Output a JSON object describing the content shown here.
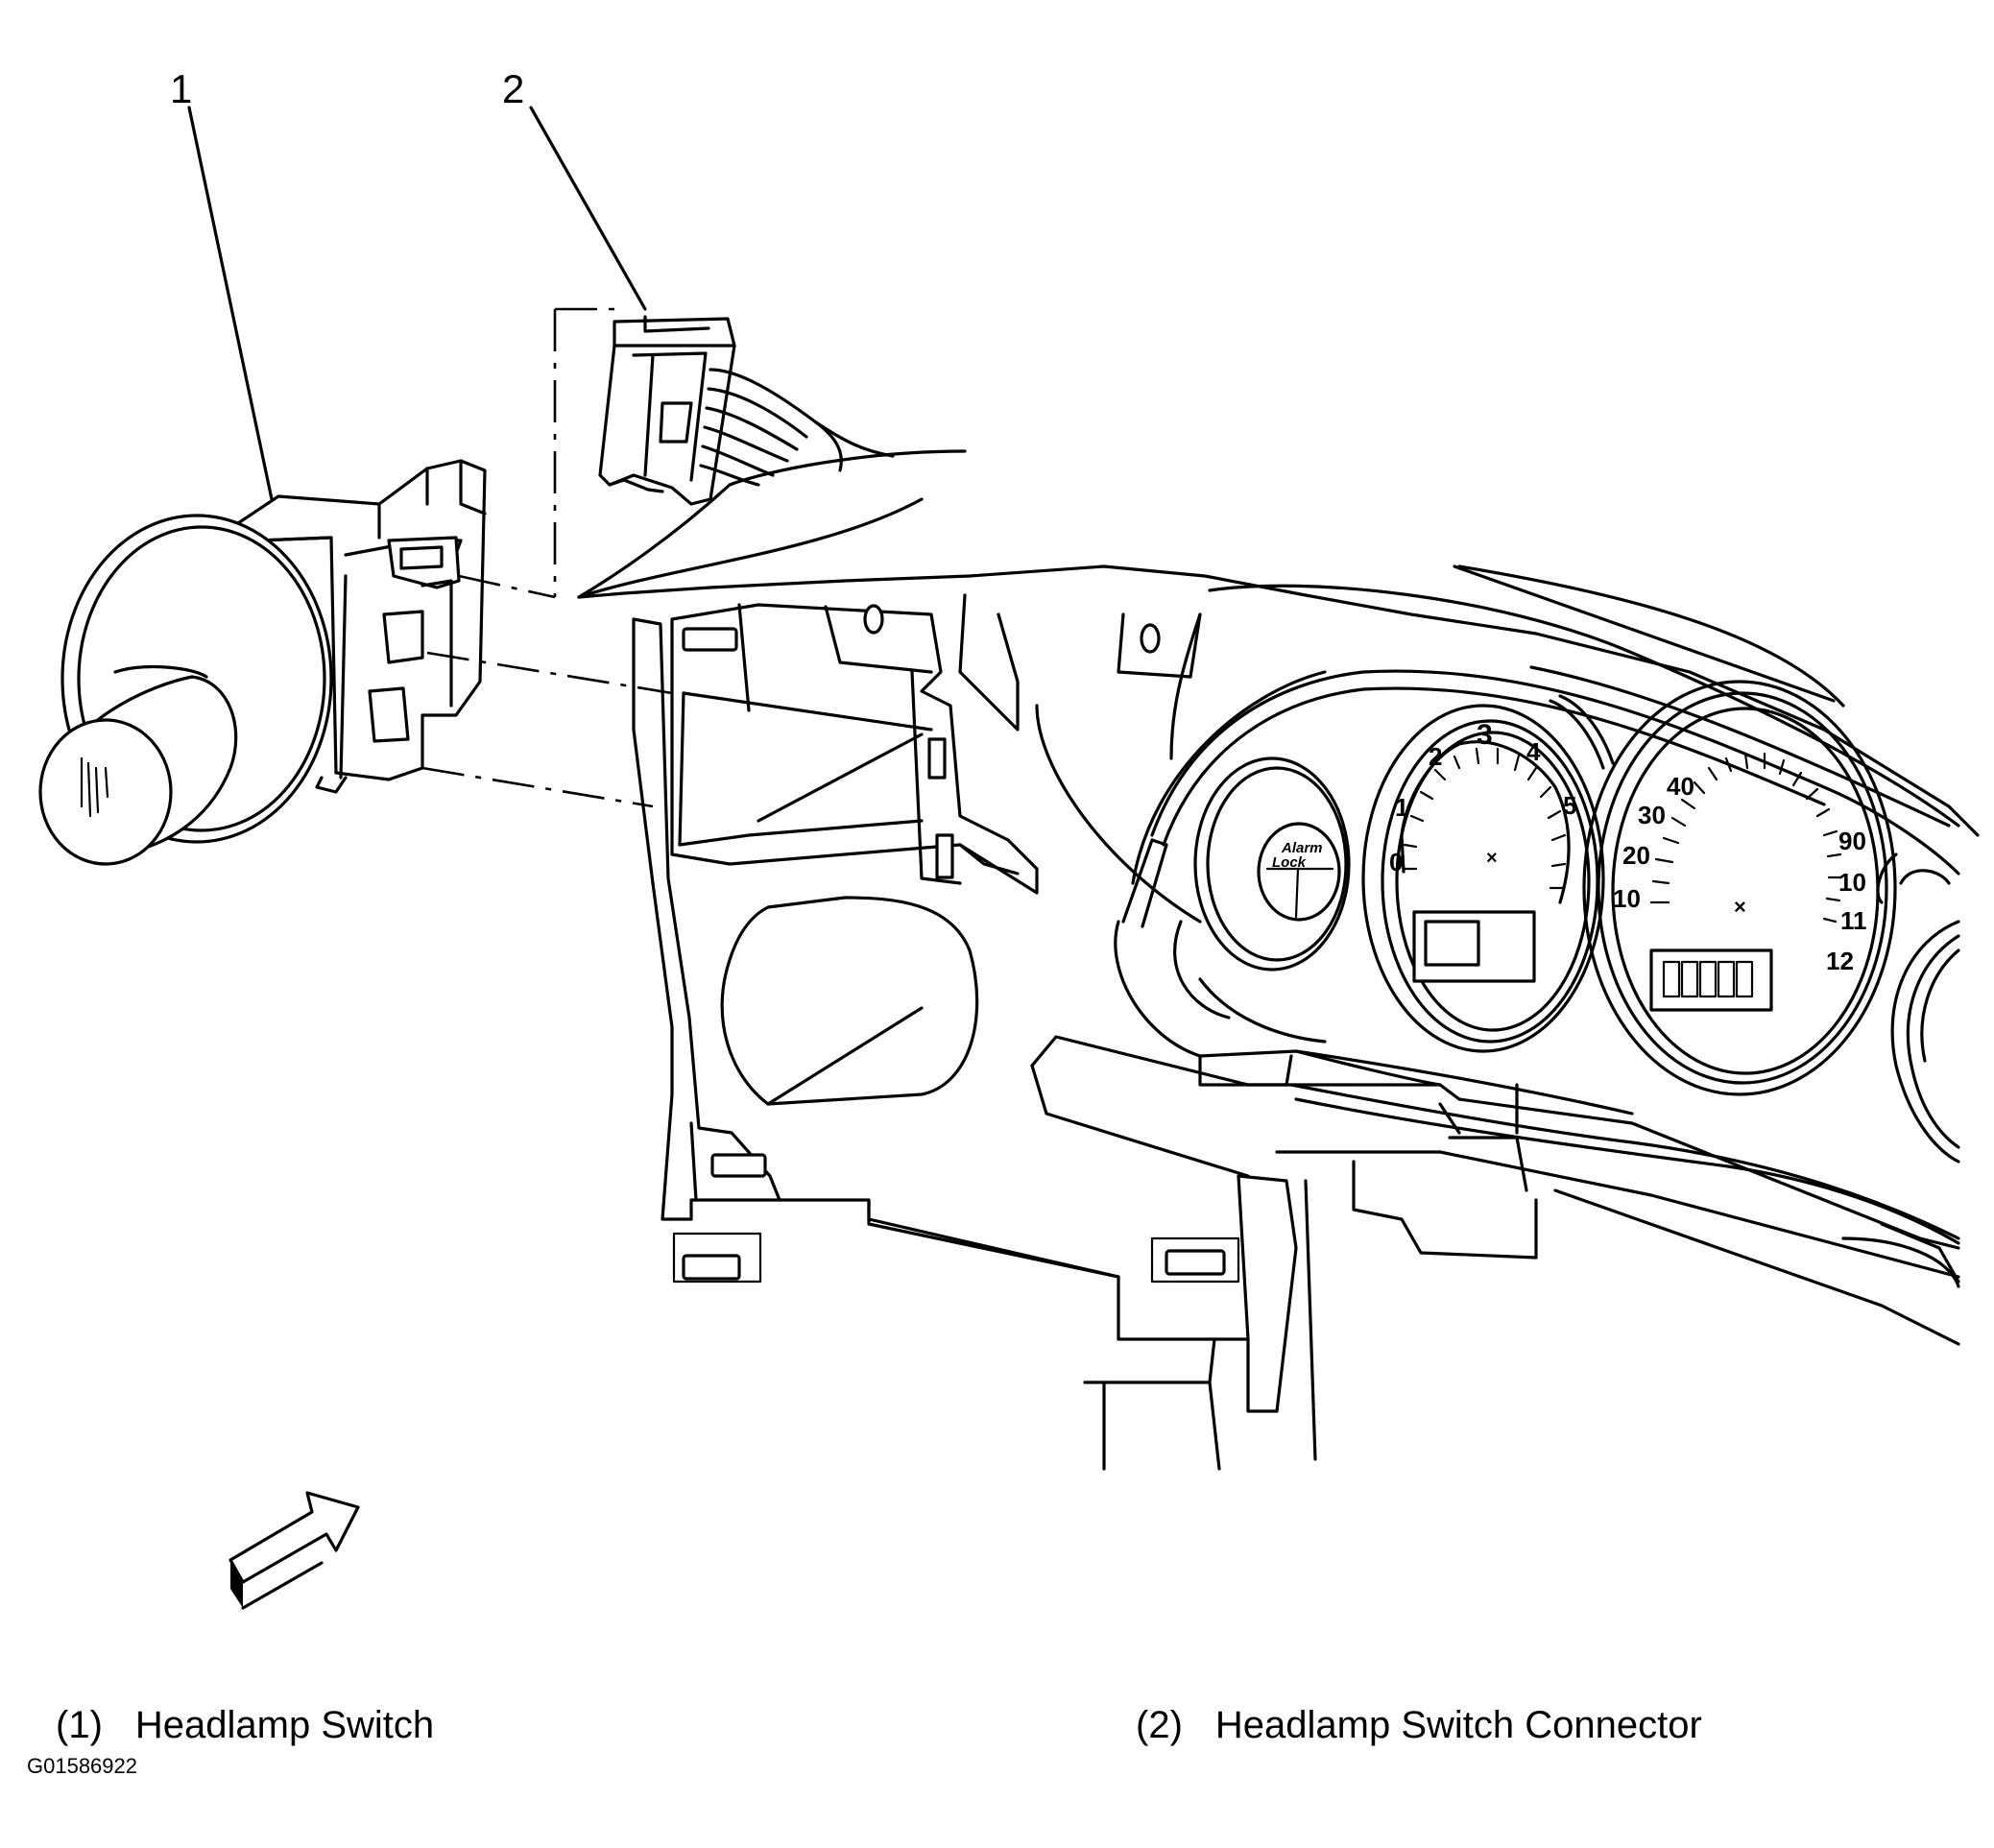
{
  "callouts": [
    {
      "number": "1"
    },
    {
      "number": "2"
    }
  ],
  "legend": [
    {
      "number": "(1)",
      "label": "Headlamp Switch"
    },
    {
      "number": "(2)",
      "label": "Headlamp Switch Connector"
    }
  ],
  "figure_id": "G01586922",
  "gauge_labels": {
    "tach": [
      "0",
      "1",
      "2",
      "3",
      "4",
      "5"
    ],
    "speedo": [
      "10",
      "20",
      "30",
      "40",
      "90",
      "10",
      "11",
      "12"
    ],
    "indicator": [
      "Alarm",
      "Lock"
    ]
  }
}
